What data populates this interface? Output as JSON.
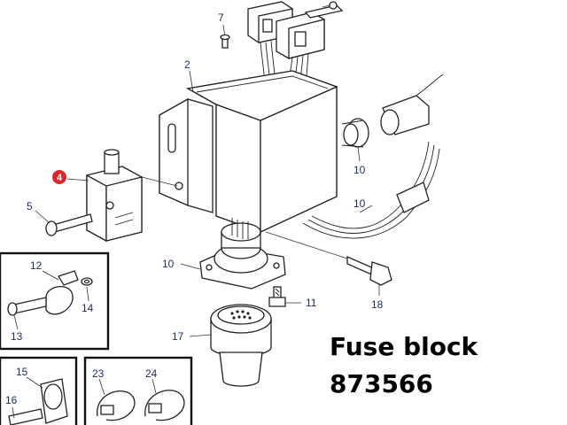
{
  "callouts": {
    "c2": "2",
    "c4": "4",
    "c5": "5",
    "c7": "7",
    "c10a": "10",
    "c10b": "10",
    "c10c": "10",
    "c11": "11",
    "c12": "12",
    "c13": "13",
    "c14": "14",
    "c15": "15",
    "c16": "16",
    "c17": "17",
    "c18": "18",
    "c23": "23",
    "c24": "24"
  },
  "caption": {
    "title": "Fuse block",
    "part_number": "873566"
  },
  "colors": {
    "highlight": "#d9262c",
    "label": "#1f2a5a",
    "line": "#222222"
  }
}
